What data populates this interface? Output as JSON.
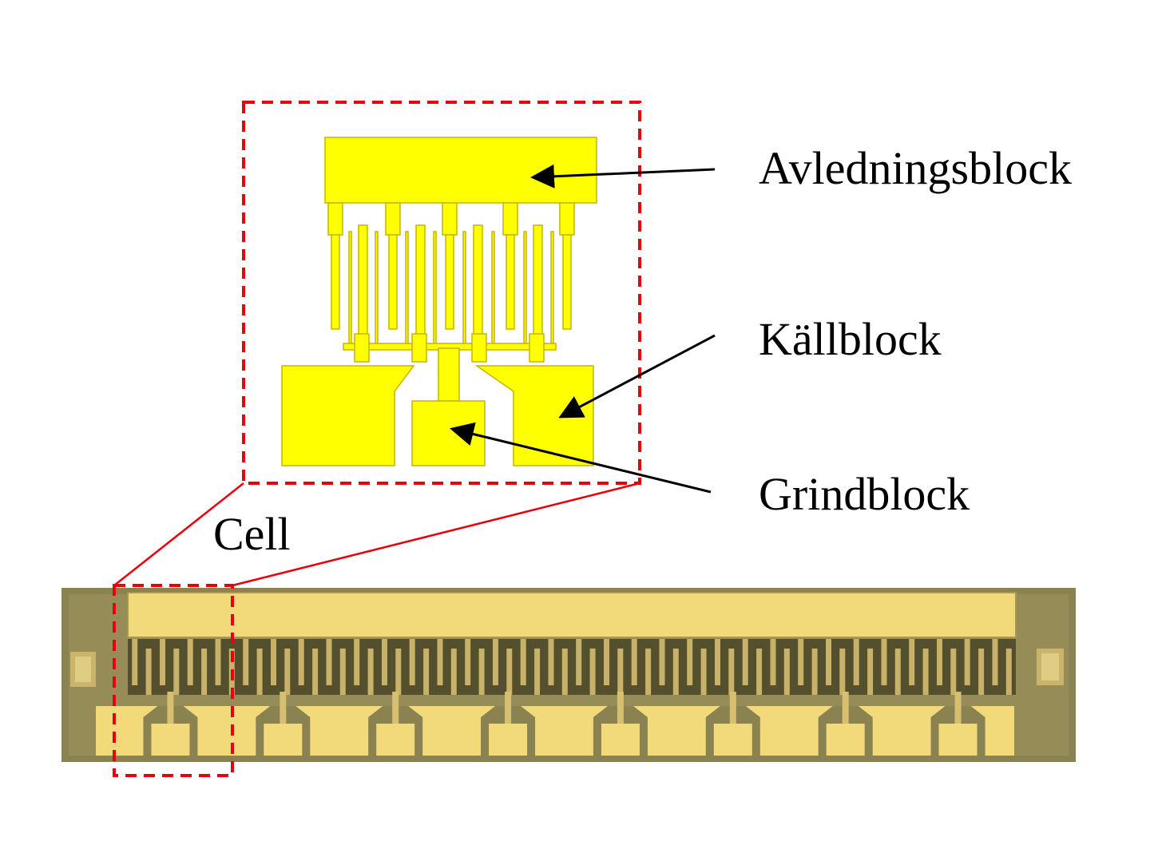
{
  "labels": {
    "drain_block": "Avledningsblock",
    "source_block": "Källblock",
    "gate_block": "Grindblock",
    "cell": "Cell"
  },
  "colors": {
    "layout_metal": "#ffff00",
    "layout_outline": "#c8b400",
    "highlight_box": "#e8000d",
    "chip_substrate": "#8a8250",
    "chip_metal": "#f2d97a",
    "chip_fingers": "#54502e",
    "arrow": "#000000"
  },
  "chip": {
    "cells": 8
  }
}
